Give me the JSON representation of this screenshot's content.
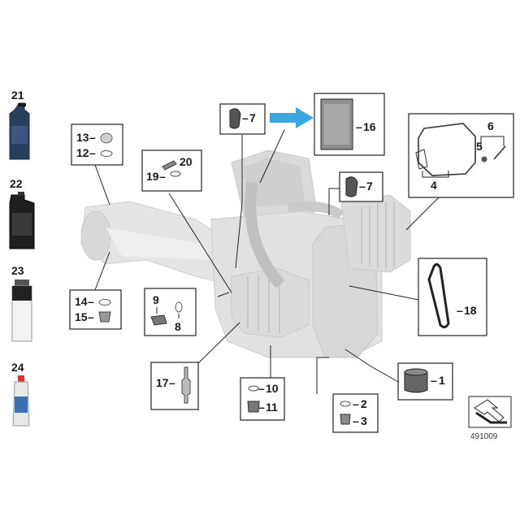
{
  "callouts": {
    "c1": "1",
    "c2": "2",
    "c3": "3",
    "c4": "4",
    "c5": "5",
    "c6": "6",
    "c7a": "7",
    "c7b": "7",
    "c8": "8",
    "c9": "9",
    "c10": "10",
    "c11": "11",
    "c12": "12",
    "c13": "13",
    "c14": "14",
    "c15": "15",
    "c16": "16",
    "c17": "17",
    "c18": "18",
    "c19": "19",
    "c20": "20",
    "c21": "21",
    "c22": "22",
    "c23": "23",
    "c24": "24"
  },
  "prefix": {
    "dash": "–"
  },
  "diagram_number": "491009",
  "colors": {
    "arrow": "#3aa7e0",
    "engine": "#dcdcdc",
    "engine_dark": "#bdbdbd",
    "bottle": "#2a3e5e"
  },
  "icons": {
    "arrow": "arrow-right-icon",
    "corner": "direction-arrow-icon"
  }
}
